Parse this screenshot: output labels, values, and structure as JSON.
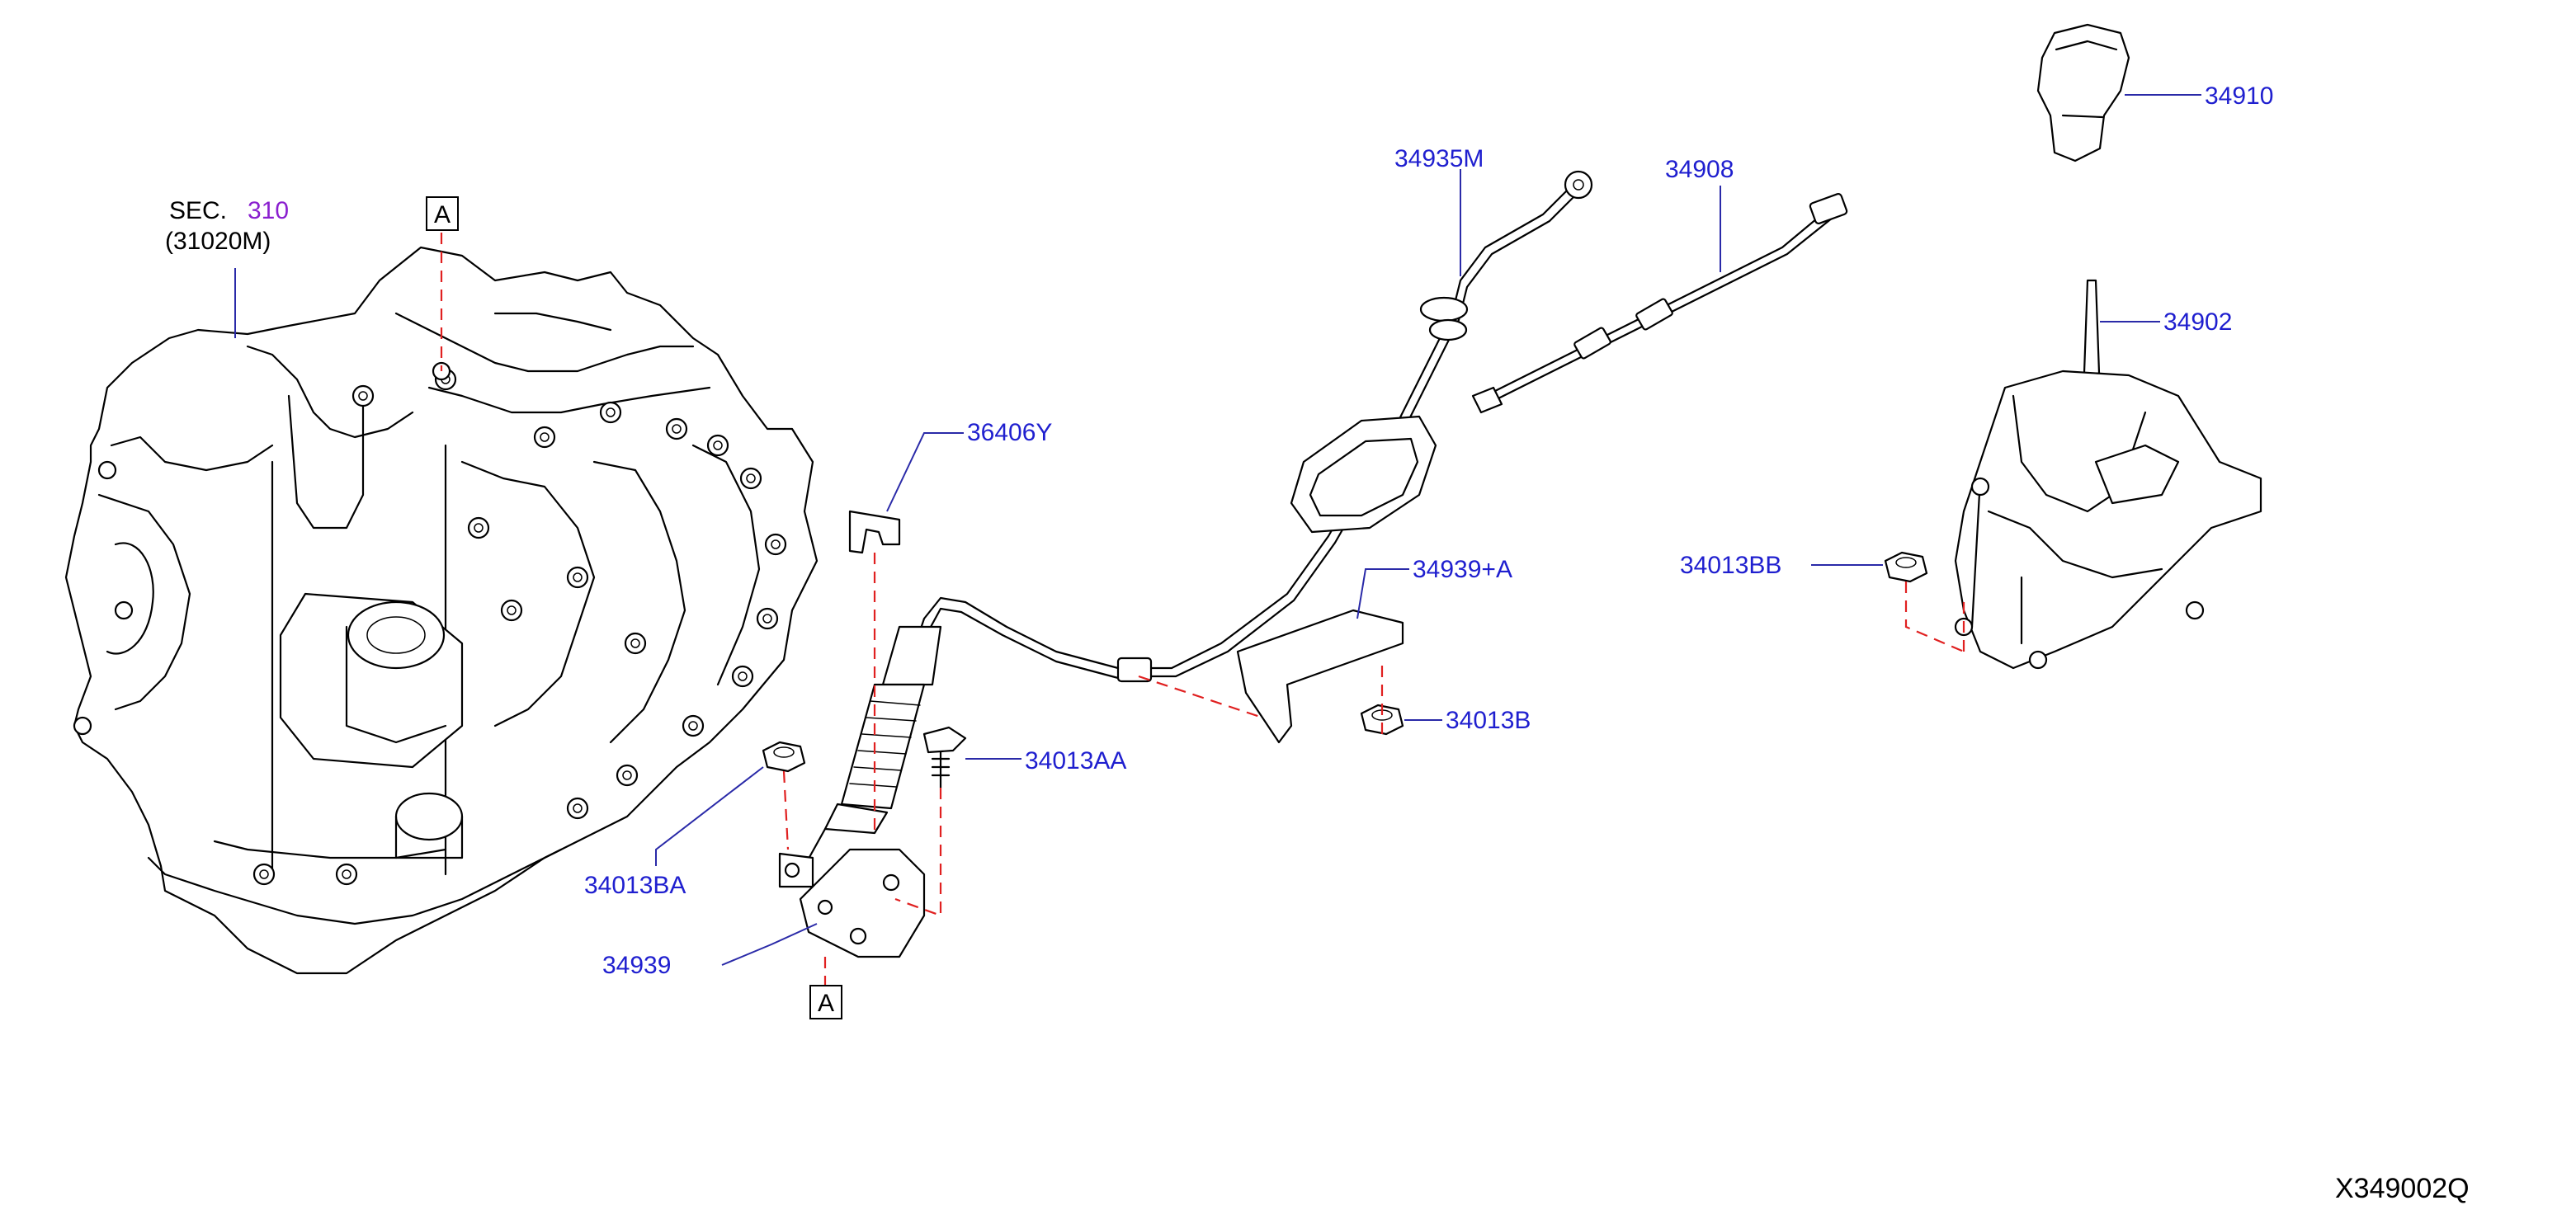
{
  "section_ref": {
    "prefix": "SEC.",
    "number": "310",
    "part": "(31020M)"
  },
  "ref_marker": "A",
  "diagram_code": "X349002Q",
  "parts": {
    "p34910": "34910",
    "p34935M": "34935M",
    "p34908": "34908",
    "p34902": "34902",
    "p36406Y": "36406Y",
    "p34939A": "34939+A",
    "p34013BB": "34013BB",
    "p34013B": "34013B",
    "p34013AA": "34013AA",
    "p34013BA": "34013BA",
    "p34939": "34939"
  },
  "colors": {
    "part_label": "#1f1fcf",
    "section_number": "#8a1fcf",
    "leader_line": "#2a2aa8",
    "dashed_connector": "#e02020"
  }
}
